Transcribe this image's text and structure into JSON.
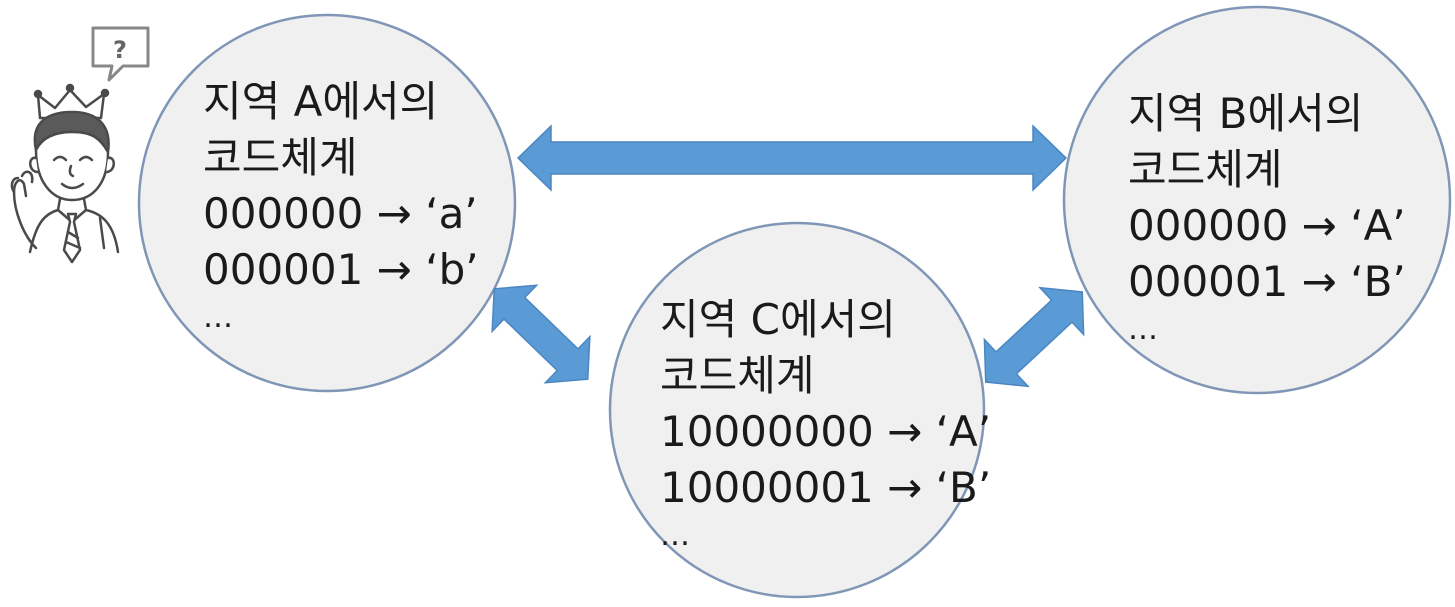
{
  "regions": [
    {
      "id": "a",
      "title": "지역 A에서의",
      "subtitle": "코드체계",
      "codes": [
        "000000 → ‘a’",
        "000001 → ‘b’"
      ],
      "ellipsis": "…"
    },
    {
      "id": "b",
      "title": "지역 B에서의",
      "subtitle": "코드체계",
      "codes": [
        "000000 → ‘A’",
        "000001 → ‘B’"
      ],
      "ellipsis": "…"
    },
    {
      "id": "c",
      "title": "지역 C에서의",
      "subtitle": "코드체계",
      "codes": [
        "10000000 → ‘A’",
        "10000001 → ‘B’"
      ],
      "ellipsis": "…"
    }
  ],
  "icons": {
    "person": "confused-person-icon",
    "speech": "speech-bubble-icon",
    "question_mark": "?"
  },
  "colors": {
    "circle_fill": "#f0f0f0",
    "circle_stroke": "#8096b6",
    "arrow_fill": "#5b9bd5",
    "arrow_stroke": "#4a86c2",
    "text": "#1a1a1a"
  }
}
